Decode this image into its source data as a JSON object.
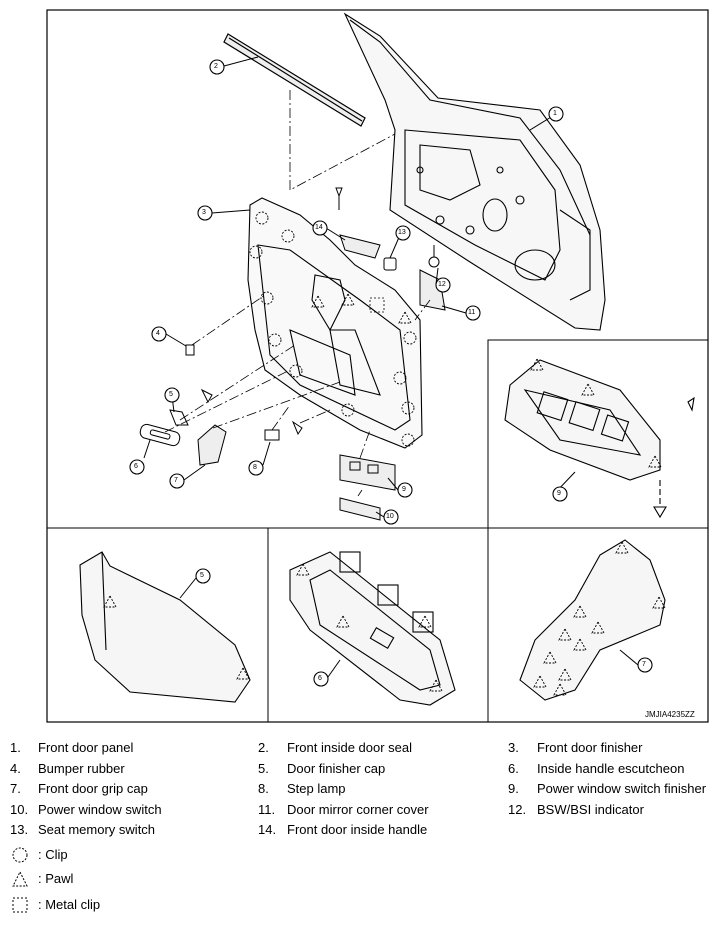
{
  "figure_code": "JMJIA4235ZZ",
  "callouts": [
    "1",
    "2",
    "3",
    "4",
    "5",
    "6",
    "7",
    "8",
    "9",
    "10",
    "11",
    "12",
    "13",
    "14"
  ],
  "legend": [
    {
      "num": "1.",
      "label": "Front door panel"
    },
    {
      "num": "2.",
      "label": "Front inside door seal"
    },
    {
      "num": "3.",
      "label": "Front door finisher"
    },
    {
      "num": "4.",
      "label": "Bumper rubber"
    },
    {
      "num": "5.",
      "label": "Door finisher cap"
    },
    {
      "num": "6.",
      "label": "Inside handle escutcheon"
    },
    {
      "num": "7.",
      "label": "Front door grip cap"
    },
    {
      "num": "8.",
      "label": "Step lamp"
    },
    {
      "num": "9.",
      "label": "Power window switch finisher"
    },
    {
      "num": "10.",
      "label": "Power window switch"
    },
    {
      "num": "11.",
      "label": "Door mirror corner cover"
    },
    {
      "num": "12.",
      "label": "BSW/BSI indicator"
    },
    {
      "num": "13.",
      "label": "Seat memory switch"
    },
    {
      "num": "14.",
      "label": "Front door inside handle"
    }
  ],
  "symbols": [
    {
      "icon": "clip-symbol-icon",
      "label": ": Clip"
    },
    {
      "icon": "pawl-symbol-icon",
      "label": ": Pawl"
    },
    {
      "icon": "metal-clip-symbol-icon",
      "label": ": Metal clip"
    }
  ]
}
